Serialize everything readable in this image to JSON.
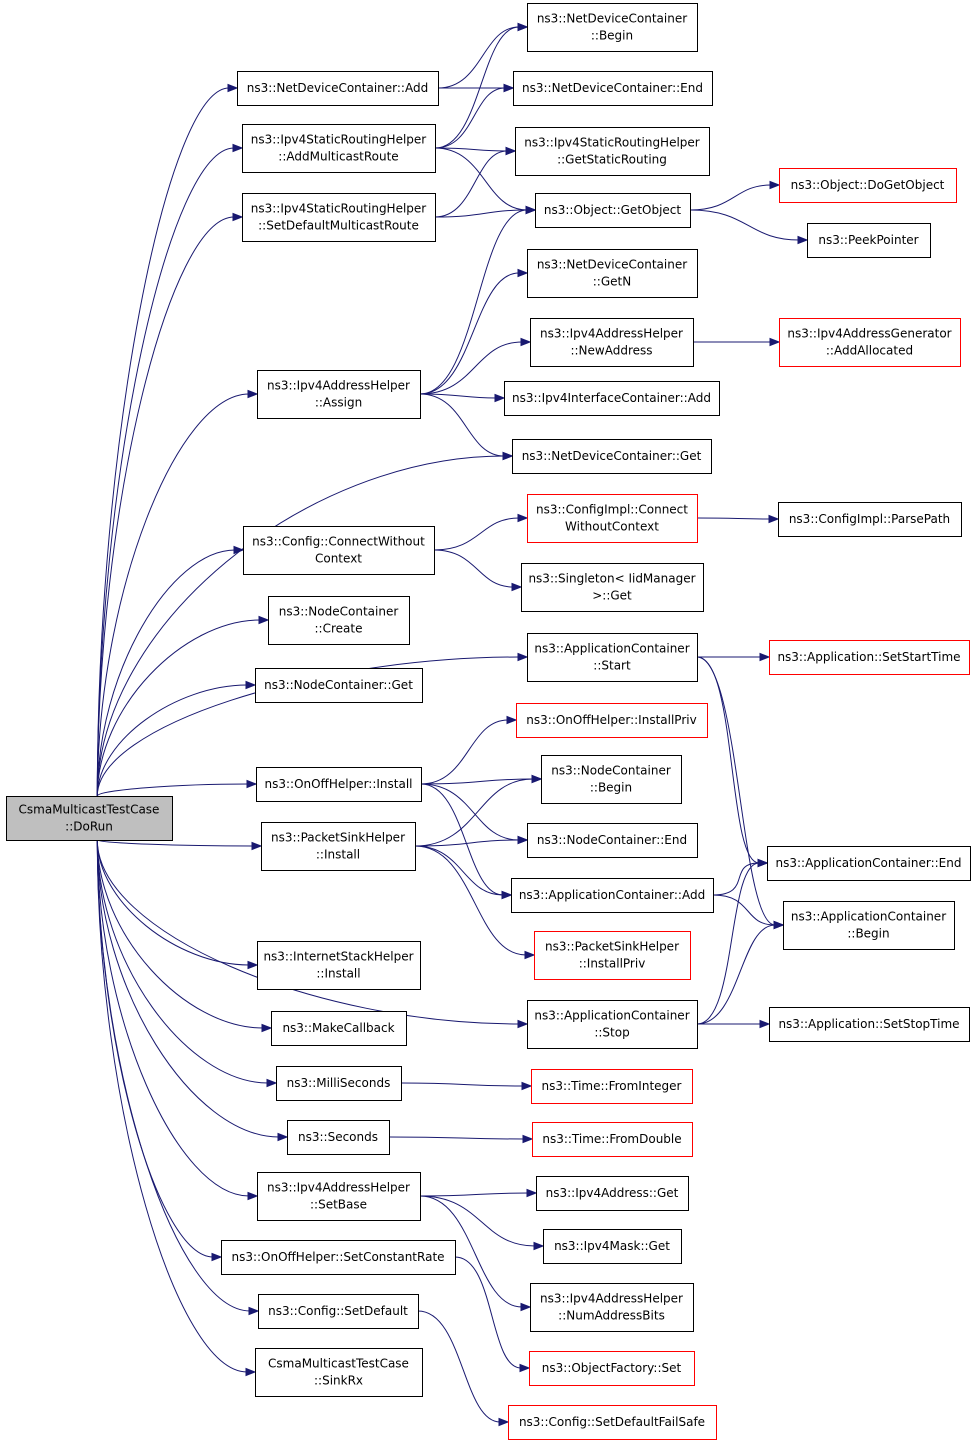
{
  "nodes": [
    {
      "id": "root",
      "lines": [
        "CsmaMulticastTestCase",
        "::DoRun"
      ],
      "style": "root"
    },
    {
      "id": "ndc_add",
      "lines": [
        "ns3::NetDeviceContainer::Add"
      ],
      "style": "normal"
    },
    {
      "id": "isr_amr",
      "lines": [
        "ns3::Ipv4StaticRoutingHelper",
        "::AddMulticastRoute"
      ],
      "style": "normal"
    },
    {
      "id": "isr_sdmr",
      "lines": [
        "ns3::Ipv4StaticRoutingHelper",
        "::SetDefaultMulticastRoute"
      ],
      "style": "normal"
    },
    {
      "id": "iah_assign",
      "lines": [
        "ns3::Ipv4AddressHelper",
        "::Assign"
      ],
      "style": "normal"
    },
    {
      "id": "cfg_cwc",
      "lines": [
        "ns3::Config::ConnectWithout",
        "Context"
      ],
      "style": "normal"
    },
    {
      "id": "nc_create",
      "lines": [
        "ns3::NodeContainer",
        "::Create"
      ],
      "style": "normal"
    },
    {
      "id": "nc_get",
      "lines": [
        "ns3::NodeContainer::Get"
      ],
      "style": "normal"
    },
    {
      "id": "ooh_install",
      "lines": [
        "ns3::OnOffHelper::Install"
      ],
      "style": "normal"
    },
    {
      "id": "psh_install",
      "lines": [
        "ns3::PacketSinkHelper",
        "::Install"
      ],
      "style": "normal"
    },
    {
      "id": "ish_install",
      "lines": [
        "ns3::InternetStackHelper",
        "::Install"
      ],
      "style": "normal"
    },
    {
      "id": "makecb",
      "lines": [
        "ns3::MakeCallback"
      ],
      "style": "normal"
    },
    {
      "id": "millis",
      "lines": [
        "ns3::MilliSeconds"
      ],
      "style": "normal"
    },
    {
      "id": "seconds",
      "lines": [
        "ns3::Seconds"
      ],
      "style": "normal"
    },
    {
      "id": "iah_setbase",
      "lines": [
        "ns3::Ipv4AddressHelper",
        "::SetBase"
      ],
      "style": "normal"
    },
    {
      "id": "ooh_scr",
      "lines": [
        "ns3::OnOffHelper::SetConstantRate"
      ],
      "style": "normal"
    },
    {
      "id": "cfg_setdef",
      "lines": [
        "ns3::Config::SetDefault"
      ],
      "style": "normal"
    },
    {
      "id": "sinkrx",
      "lines": [
        "CsmaMulticastTestCase",
        "::SinkRx"
      ],
      "style": "normal"
    },
    {
      "id": "ndc_begin",
      "lines": [
        "ns3::NetDeviceContainer",
        "::Begin"
      ],
      "style": "normal"
    },
    {
      "id": "ndc_end",
      "lines": [
        "ns3::NetDeviceContainer::End"
      ],
      "style": "normal"
    },
    {
      "id": "isr_gsr",
      "lines": [
        "ns3::Ipv4StaticRoutingHelper",
        "::GetStaticRouting"
      ],
      "style": "normal"
    },
    {
      "id": "obj_getobj",
      "lines": [
        "ns3::Object::GetObject"
      ],
      "style": "normal"
    },
    {
      "id": "ndc_getn",
      "lines": [
        "ns3::NetDeviceContainer",
        "::GetN"
      ],
      "style": "normal"
    },
    {
      "id": "iah_newaddr",
      "lines": [
        "ns3::Ipv4AddressHelper",
        "::NewAddress"
      ],
      "style": "normal"
    },
    {
      "id": "iic_add",
      "lines": [
        "ns3::Ipv4InterfaceContainer::Add"
      ],
      "style": "normal"
    },
    {
      "id": "ndc_get",
      "lines": [
        "ns3::NetDeviceContainer::Get"
      ],
      "style": "normal"
    },
    {
      "id": "cfgi_cwc",
      "lines": [
        "ns3::ConfigImpl::Connect",
        "WithoutContext"
      ],
      "style": "red"
    },
    {
      "id": "singleton_get",
      "lines": [
        "ns3::Singleton< IidManager",
        ">::Get"
      ],
      "style": "normal"
    },
    {
      "id": "ac_start",
      "lines": [
        "ns3::ApplicationContainer",
        "::Start"
      ],
      "style": "normal"
    },
    {
      "id": "ooh_ip",
      "lines": [
        "ns3::OnOffHelper::InstallPriv"
      ],
      "style": "red"
    },
    {
      "id": "nc_begin",
      "lines": [
        "ns3::NodeContainer",
        "::Begin"
      ],
      "style": "normal"
    },
    {
      "id": "nc_end",
      "lines": [
        "ns3::NodeContainer::End"
      ],
      "style": "normal"
    },
    {
      "id": "ac_add",
      "lines": [
        "ns3::ApplicationContainer::Add"
      ],
      "style": "normal"
    },
    {
      "id": "psh_ip",
      "lines": [
        "ns3::PacketSinkHelper",
        "::InstallPriv"
      ],
      "style": "red"
    },
    {
      "id": "ac_stop",
      "lines": [
        "ns3::ApplicationContainer",
        "::Stop"
      ],
      "style": "normal"
    },
    {
      "id": "time_fi",
      "lines": [
        "ns3::Time::FromInteger"
      ],
      "style": "red"
    },
    {
      "id": "time_fd",
      "lines": [
        "ns3::Time::FromDouble"
      ],
      "style": "red"
    },
    {
      "id": "ipv4addr_get",
      "lines": [
        "ns3::Ipv4Address::Get"
      ],
      "style": "normal"
    },
    {
      "id": "ipv4mask_get",
      "lines": [
        "ns3::Ipv4Mask::Get"
      ],
      "style": "normal"
    },
    {
      "id": "iah_nab",
      "lines": [
        "ns3::Ipv4AddressHelper",
        "::NumAddressBits"
      ],
      "style": "normal"
    },
    {
      "id": "of_set",
      "lines": [
        "ns3::ObjectFactory::Set"
      ],
      "style": "red"
    },
    {
      "id": "cfg_sdfs",
      "lines": [
        "ns3::Config::SetDefaultFailSafe"
      ],
      "style": "red"
    },
    {
      "id": "obj_dgo",
      "lines": [
        "ns3::Object::DoGetObject"
      ],
      "style": "red"
    },
    {
      "id": "peekptr",
      "lines": [
        "ns3::PeekPointer"
      ],
      "style": "normal"
    },
    {
      "id": "iag_aa",
      "lines": [
        "ns3::Ipv4AddressGenerator",
        "::AddAllocated"
      ],
      "style": "red"
    },
    {
      "id": "cfgi_pp",
      "lines": [
        "ns3::ConfigImpl::ParsePath"
      ],
      "style": "normal"
    },
    {
      "id": "app_sst",
      "lines": [
        "ns3::Application::SetStartTime"
      ],
      "style": "red"
    },
    {
      "id": "ac_end",
      "lines": [
        "ns3::ApplicationContainer::End"
      ],
      "style": "normal"
    },
    {
      "id": "ac_begin",
      "lines": [
        "ns3::ApplicationContainer",
        "::Begin"
      ],
      "style": "normal"
    },
    {
      "id": "app_sstop",
      "lines": [
        "ns3::Application::SetStopTime"
      ],
      "style": "normal"
    }
  ],
  "edges": [
    [
      "root",
      "ndc_add"
    ],
    [
      "root",
      "isr_amr"
    ],
    [
      "root",
      "isr_sdmr"
    ],
    [
      "root",
      "iah_assign"
    ],
    [
      "root",
      "ndc_get"
    ],
    [
      "root",
      "cfg_cwc"
    ],
    [
      "root",
      "nc_create"
    ],
    [
      "root",
      "nc_get"
    ],
    [
      "root",
      "ac_start"
    ],
    [
      "root",
      "ooh_install"
    ],
    [
      "root",
      "psh_install"
    ],
    [
      "root",
      "ac_stop"
    ],
    [
      "root",
      "ish_install"
    ],
    [
      "root",
      "makecb"
    ],
    [
      "root",
      "millis"
    ],
    [
      "root",
      "seconds"
    ],
    [
      "root",
      "iah_setbase"
    ],
    [
      "root",
      "ooh_scr"
    ],
    [
      "root",
      "cfg_setdef"
    ],
    [
      "root",
      "sinkrx"
    ],
    [
      "ndc_add",
      "ndc_begin"
    ],
    [
      "ndc_add",
      "ndc_end"
    ],
    [
      "isr_amr",
      "ndc_begin"
    ],
    [
      "isr_amr",
      "ndc_end"
    ],
    [
      "isr_amr",
      "isr_gsr"
    ],
    [
      "isr_amr",
      "obj_getobj"
    ],
    [
      "isr_sdmr",
      "isr_gsr"
    ],
    [
      "isr_sdmr",
      "obj_getobj"
    ],
    [
      "iah_assign",
      "obj_getobj"
    ],
    [
      "iah_assign",
      "ndc_getn"
    ],
    [
      "iah_assign",
      "iah_newaddr"
    ],
    [
      "iah_assign",
      "iic_add"
    ],
    [
      "iah_assign",
      "ndc_get"
    ],
    [
      "cfg_cwc",
      "cfgi_cwc"
    ],
    [
      "cfg_cwc",
      "singleton_get"
    ],
    [
      "ooh_install",
      "ooh_ip"
    ],
    [
      "ooh_install",
      "nc_begin"
    ],
    [
      "ooh_install",
      "nc_end"
    ],
    [
      "ooh_install",
      "ac_add"
    ],
    [
      "psh_install",
      "nc_begin"
    ],
    [
      "psh_install",
      "nc_end"
    ],
    [
      "psh_install",
      "ac_add"
    ],
    [
      "psh_install",
      "psh_ip"
    ],
    [
      "millis",
      "time_fi"
    ],
    [
      "seconds",
      "time_fd"
    ],
    [
      "iah_setbase",
      "ipv4addr_get"
    ],
    [
      "iah_setbase",
      "ipv4mask_get"
    ],
    [
      "iah_setbase",
      "iah_nab"
    ],
    [
      "ooh_scr",
      "of_set"
    ],
    [
      "cfg_setdef",
      "cfg_sdfs"
    ],
    [
      "obj_getobj",
      "obj_dgo"
    ],
    [
      "obj_getobj",
      "peekptr"
    ],
    [
      "iah_newaddr",
      "iag_aa"
    ],
    [
      "cfgi_cwc",
      "cfgi_pp"
    ],
    [
      "ac_start",
      "app_sst"
    ],
    [
      "ac_start",
      "ac_end"
    ],
    [
      "ac_start",
      "ac_begin"
    ],
    [
      "ac_add",
      "ac_end"
    ],
    [
      "ac_add",
      "ac_begin"
    ],
    [
      "ac_stop",
      "ac_end"
    ],
    [
      "ac_stop",
      "ac_begin"
    ],
    [
      "ac_stop",
      "app_sstop"
    ]
  ]
}
